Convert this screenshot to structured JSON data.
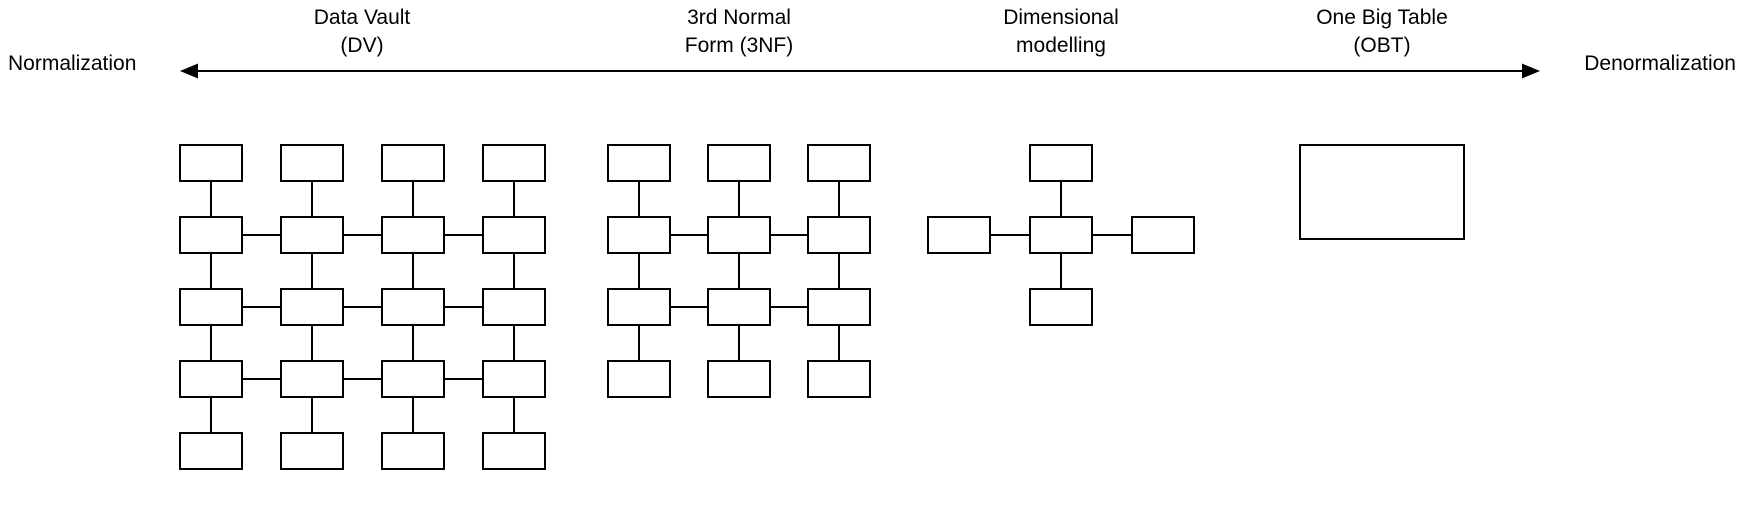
{
  "axis": {
    "left_label": "Normalization",
    "right_label": "Denormalization"
  },
  "approaches": [
    {
      "name": "data-vault",
      "label_line1": "Data Vault",
      "label_line2": "(DV)",
      "structure": "grid",
      "rows": 5,
      "cols": 4,
      "table_count": 20
    },
    {
      "name": "third-normal-form",
      "label_line1": "3rd Normal",
      "label_line2": "Form (3NF)",
      "structure": "grid",
      "rows": 4,
      "cols": 3,
      "table_count": 12
    },
    {
      "name": "dimensional-modelling",
      "label_line1": "Dimensional",
      "label_line2": "modelling",
      "structure": "star",
      "table_count": 5
    },
    {
      "name": "one-big-table",
      "label_line1": "One Big Table",
      "label_line2": "(OBT)",
      "structure": "single",
      "table_count": 1
    }
  ],
  "colors": {
    "line": "#000000",
    "box_fill": "#ffffff",
    "box_stroke": "#000000",
    "text": "#000000",
    "background": "#ffffff"
  }
}
